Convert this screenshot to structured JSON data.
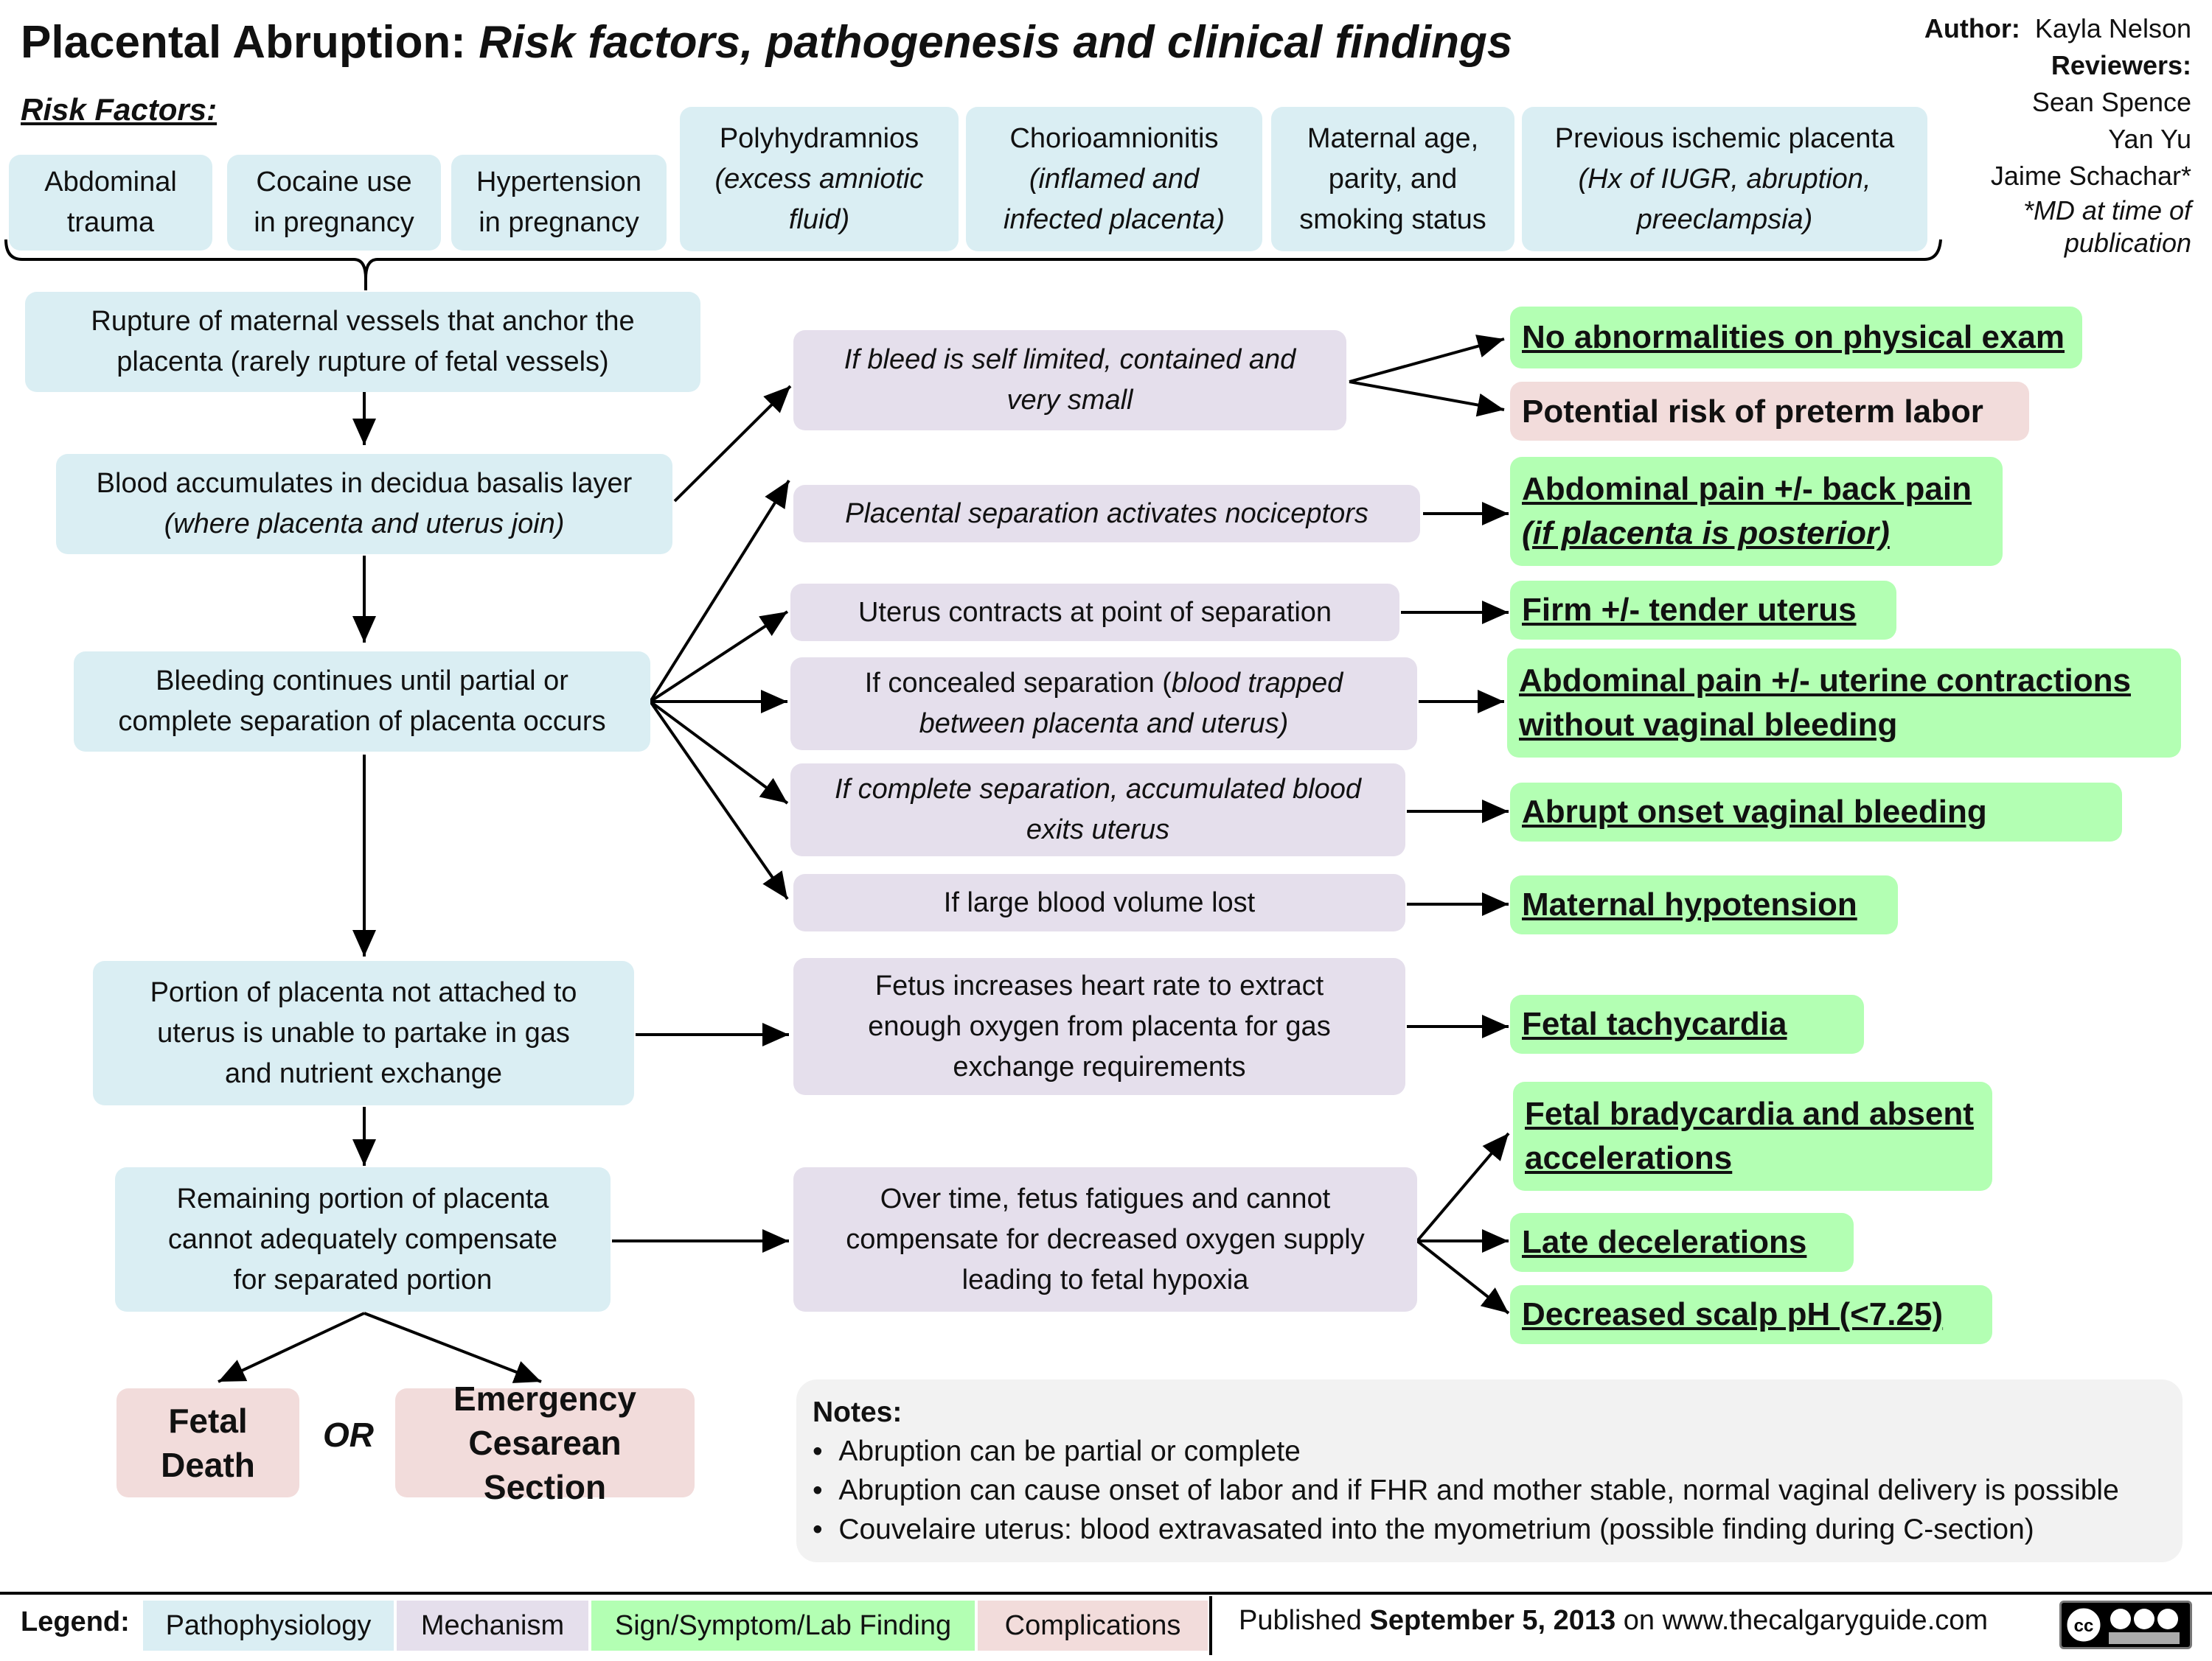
{
  "title": {
    "main": "Placental Abruption:",
    "sub": "Risk factors, pathogenesis and clinical findings"
  },
  "credits": {
    "author_label": "Author:",
    "author": "Kayla Nelson",
    "reviewers_label": "Reviewers:",
    "reviewers": [
      "Sean Spence",
      "Yan Yu",
      "Jaime Schachar*"
    ],
    "note": [
      "*MD at time of",
      "publication"
    ]
  },
  "risk_factors_label": "Risk Factors:",
  "risk_factors": [
    {
      "l1": "Abdominal",
      "l2": "trauma"
    },
    {
      "l1": "Cocaine use",
      "l2": "in pregnancy"
    },
    {
      "l1": "Hypertension",
      "l2": "in pregnancy"
    },
    {
      "l1": "Polyhydramnios",
      "l2": "(excess amniotic",
      "l3": "fluid)"
    },
    {
      "l1": "Chorioamnionitis",
      "l2": "(inflamed and",
      "l3": "infected placenta)"
    },
    {
      "l1": "Maternal age,",
      "l2": "parity, and",
      "l3": "smoking status"
    },
    {
      "l1": "Previous ischemic placenta",
      "l2": "(Hx of IUGR, abruption,",
      "l3": "preeclampsia)"
    }
  ],
  "patho": {
    "rupture": {
      "l1": "Rupture of maternal vessels that anchor the",
      "l2": "placenta (rarely rupture of fetal vessels)"
    },
    "accumulate": {
      "l1": "Blood accumulates in decidua basalis layer",
      "l2": "(where placenta and uterus join)"
    },
    "bleeding": {
      "l1": "Bleeding continues until partial or",
      "l2": "complete separation of placenta occurs"
    },
    "portion": {
      "l1": "Portion of placenta not attached to",
      "l2": "uterus is unable to partake in gas",
      "l3": "and nutrient exchange"
    },
    "remaining": {
      "l1": "Remaining portion of placenta",
      "l2": "cannot adequately  compensate",
      "l3": "for separated portion"
    }
  },
  "mechanism": {
    "self_limited": {
      "l1": "If bleed is self limited, contained and",
      "l2": "very small"
    },
    "nociceptors": "Placental separation activates nociceptors",
    "contracts": "Uterus contracts at point of separation",
    "concealed": {
      "l1a": "If concealed separation (",
      "l1b": "blood trapped",
      "l2": "between placenta and uterus)"
    },
    "complete": {
      "l1": "If complete separation, accumulated blood",
      "l2": "exits uterus"
    },
    "large_volume": "If large blood volume lost",
    "fetus_hr": {
      "l1": "Fetus increases heart rate to extract",
      "l2": "enough oxygen from placenta for gas",
      "l3": "exchange requirements"
    },
    "fatigue": {
      "l1": "Over time, fetus fatigues and cannot",
      "l2": "compensate for decreased oxygen supply",
      "l3": "leading to fetal hypoxia"
    }
  },
  "signs": {
    "no_abnormal": "No abnormalities on physical exam",
    "abd_back": {
      "l1": "Abdominal pain +/- back pain",
      "l2": "(if placenta is posterior)"
    },
    "firm": "Firm +/- tender uterus",
    "abd_contract": {
      "l1": "Abdominal pain +/- uterine contractions",
      "l2": "without vaginal bleeding"
    },
    "vaginal": "Abrupt onset vaginal bleeding",
    "hypotension": "Maternal hypotension",
    "tachy": "Fetal tachycardia",
    "brady": {
      "l1": "Fetal bradycardia and absent",
      "l2": "accelerations"
    },
    "late": "Late decelerations",
    "scalp": "Decreased scalp pH (<7.25)"
  },
  "complications": {
    "preterm": "Potential risk of preterm labor",
    "death": {
      "l1": "Fetal",
      "l2": "Death"
    },
    "cesarean": {
      "l1": "Emergency",
      "l2": "Cesarean Section"
    },
    "or": "OR"
  },
  "notes": {
    "title": "Notes:",
    "items": [
      "Abruption can be partial or complete",
      "Abruption can cause onset of labor and if FHR and mother stable, normal vaginal delivery is possible",
      "Couvelaire uterus: blood extravasated into the myometrium (possible finding during C-section)"
    ]
  },
  "legend": {
    "label": "Legend:",
    "items": [
      "Pathophysiology",
      "Mechanism",
      "Sign/Symptom/Lab Finding",
      "Complications"
    ],
    "colors": {
      "pathophysiology": "#daeef3",
      "mechanism": "#e5dfec",
      "sign": "#b3ffb3",
      "complications": "#f2dcdb"
    }
  },
  "published": {
    "prefix": "Published",
    "date": "September 5, 2013",
    "suffix": "on www.thecalgaryguide.com"
  },
  "license_icon": "creative-commons-by-nc-sa-icon"
}
